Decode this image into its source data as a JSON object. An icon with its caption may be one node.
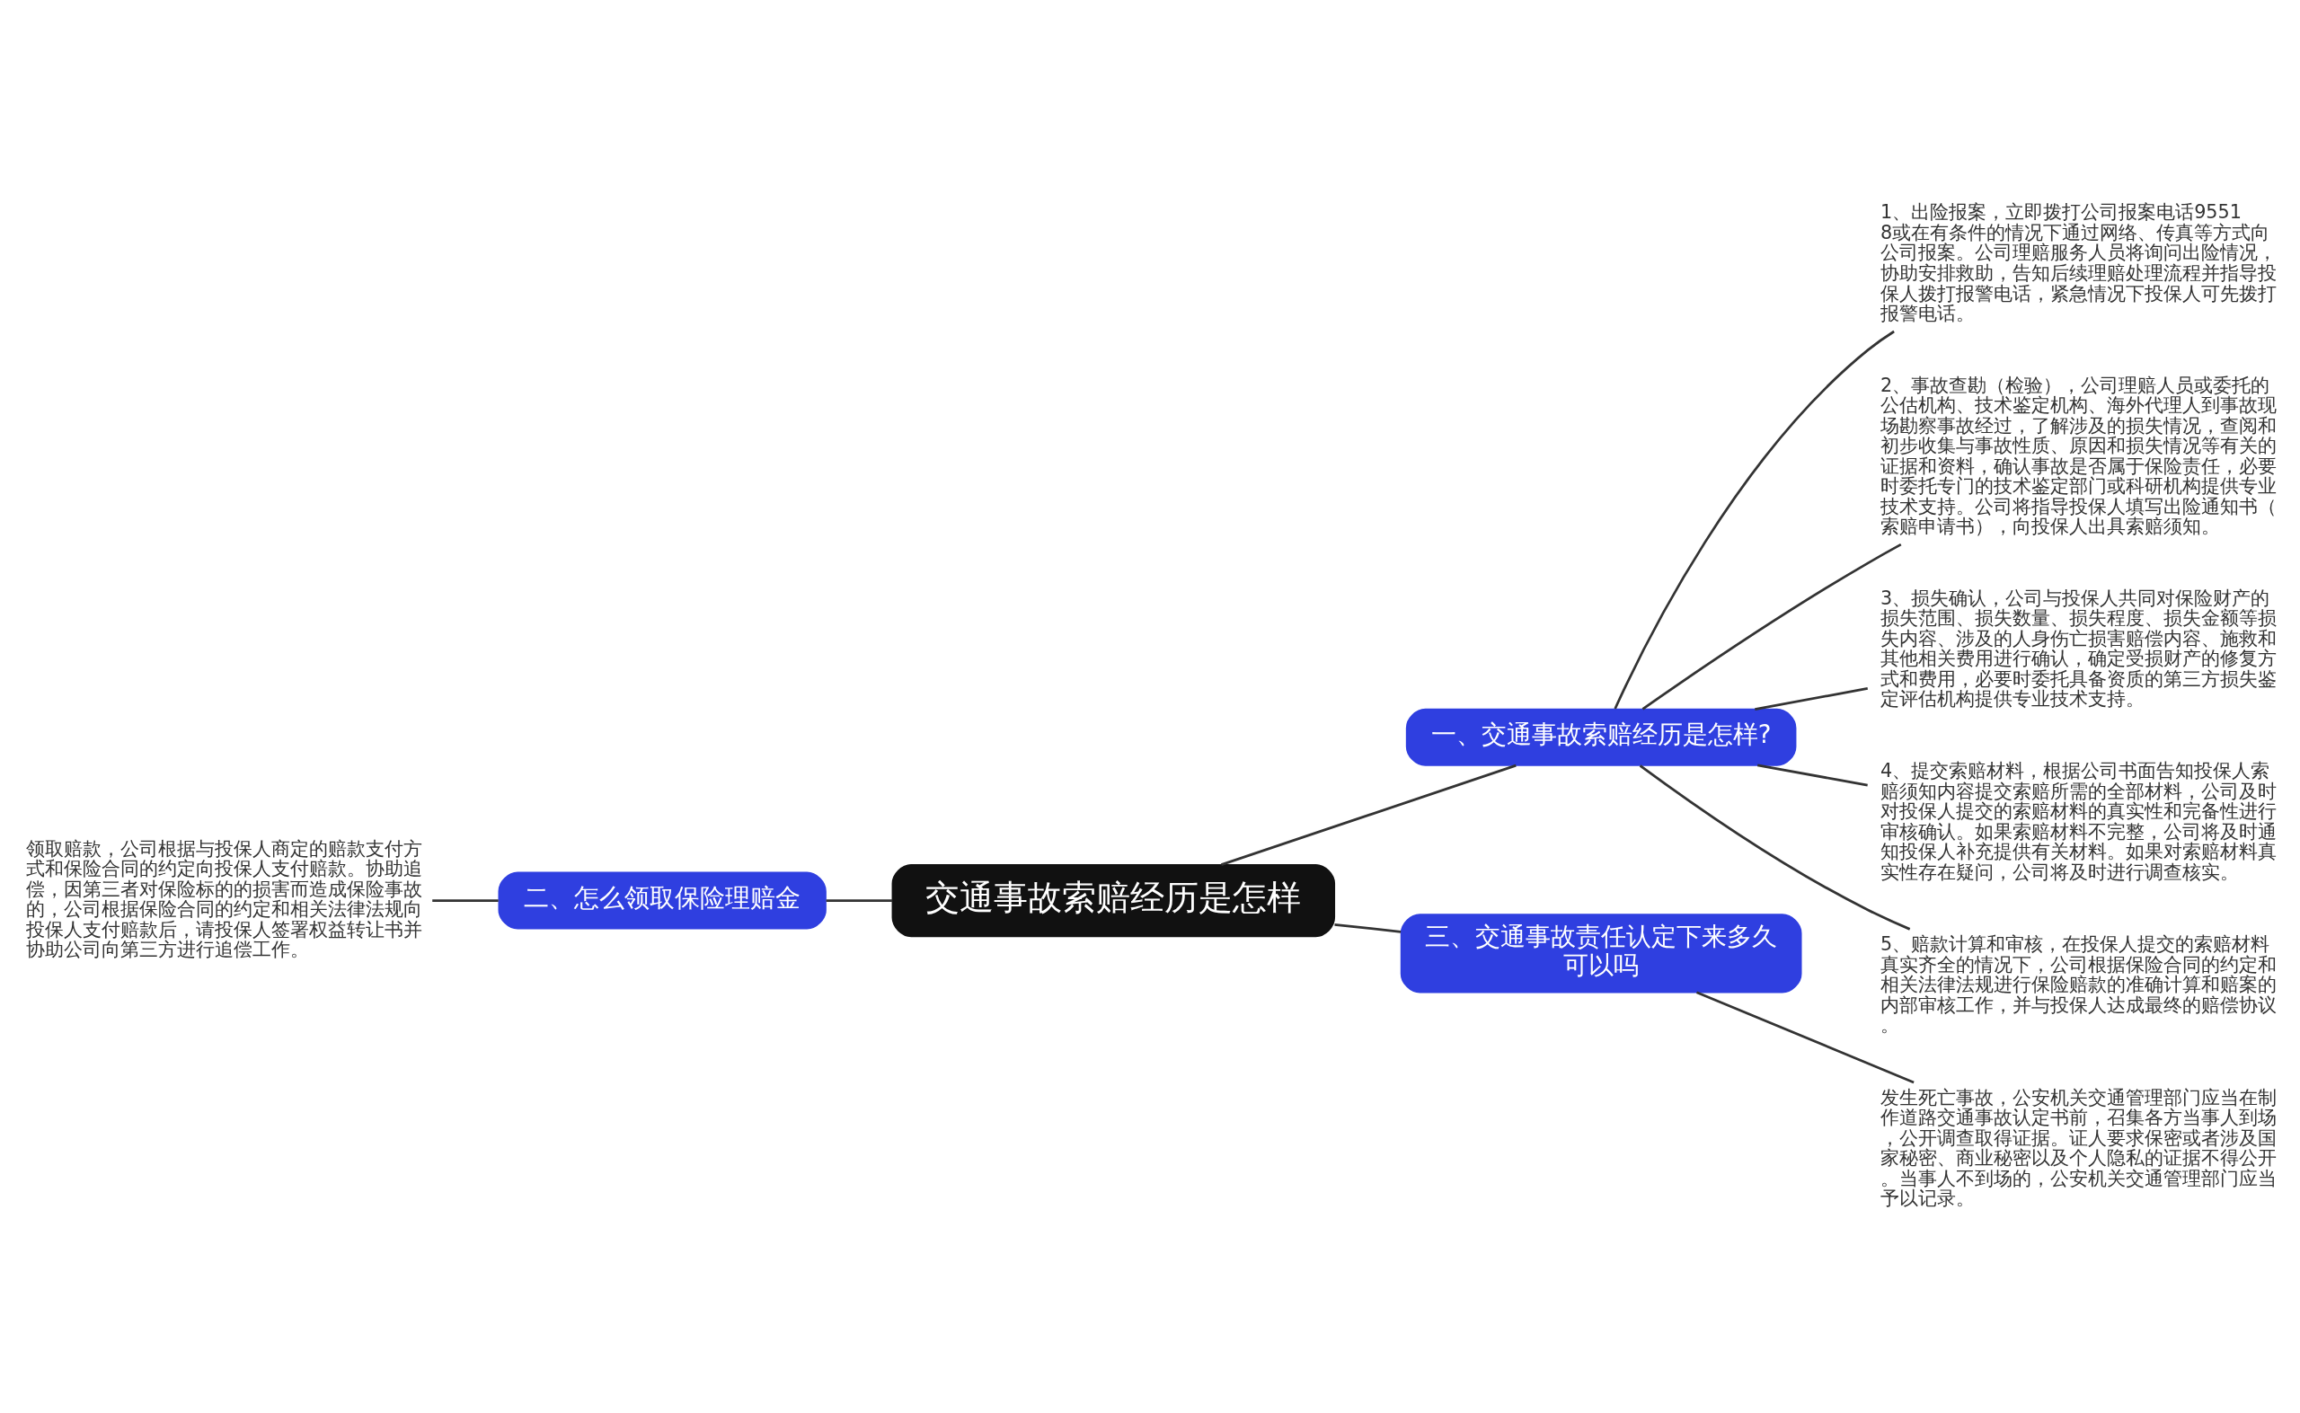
{
  "diagram": {
    "nodes": [
      {
        "text": [
          "交通事故索赔经历是怎样"
        ]
      },
      {
        "text": [
          "一、交通事故索赔经历是怎样?"
        ]
      },
      {
        "text": [
          "1、出险报案，立即拨打公司报案电话95518或在有条件的情况下通过网络、传真等方式向公司报案。公司理赔服务人员将询问出险情况，协助安排救助，告知后续理赔处理流程并指导投保人拨打报警电话，紧急情况下投保人可先拨打报警电话。"
        ]
      },
      {
        "text": [
          "2、事故查勘（检验），公司理赔人员或委托的公估机构、技术鉴定机构、海外代理人到事故现场勘察事故经过，了解涉及的损失情况，查阅和初步收集与事故性质、原因和损失情况等有关的证据和资料，确认事故是否属于保险责任，必要时委托专门的技术鉴定部门或科研机构提供专业技术支持。公司将指导投保人填写出险通知书（索赔申请书），向投保人出具索赔须知。"
        ]
      },
      {
        "text": [
          "3、损失确认，公司与投保人共同对保险财产的损失范围、损失数量、损失程度、损失金额等损失内容、涉及的人身伤亡损害赔偿内容、施救和其他相关费用进行确认，确定受损财产的修复方式和费用，必要时委托具备资质的第三方损失鉴定评估机构提供专业技术支持。"
        ]
      },
      {
        "text": [
          "4、提交索赔材料，根据公司书面告知投保人索赔须知内容提交索赔所需的全部材料，公司及时对投保人提交的索赔材料的真实性和完备性进行审核确认。如果索赔材料不完整，公司将及时通知投保人补充提供有关材料。如果对索赔材料真实性存在疑问，公司将及时进行调查核实。"
        ]
      },
      {
        "text": [
          "5、赔款计算和审核，在投保人提交的索赔材料真实齐全的情况下，公司根据保险合同的约定和相关法律法规进行保险赔款的准确计算和赔案的内部审核工作，并与投保人达成最终的赔偿协议。"
        ]
      },
      {
        "text": [
          "二、怎么领取保险理赔金"
        ]
      },
      {
        "text": [
          "领取赔款，公司根据与投保人商定的赔款支付方式和保险合同的约定向投保人支付赔款。协助追偿，因第三者对保险标的的损害而造成保险事故的，公司根据保险合同的约定和相关法律法规向投保人支付赔款后，请投保人签署权益转让书并协助公司向第三方进行追偿工作。"
        ]
      },
      {
        "text": [
          "三、交通事故责任认定下来多久可以吗"
        ]
      },
      {
        "text": [
          "发生死亡事故，公安机关交通管理部门应当在制作道路交通事故认定书前，召集各方当事人到场，公开调查取得证据。证人要求保密或者涉及国家秘密、商业秘密以及个人隐私的证据不得公开。当事人不到场的，公安机关交通管理部门应当予以记录。"
        ]
      }
    ],
    "edges": [
      {
        "from": 0,
        "to": 1,
        "arrow": "none"
      },
      {
        "from": 1,
        "to": 2,
        "arrow": "none"
      },
      {
        "from": 1,
        "to": 3,
        "arrow": "none"
      },
      {
        "from": 1,
        "to": 4,
        "arrow": "none"
      },
      {
        "from": 1,
        "to": 5,
        "arrow": "none"
      },
      {
        "from": 1,
        "to": 6,
        "arrow": "none"
      },
      {
        "from": 0,
        "to": 7,
        "arrow": "none"
      },
      {
        "from": 7,
        "to": 8,
        "arrow": "none"
      },
      {
        "from": 0,
        "to": 9,
        "arrow": "none"
      },
      {
        "from": 9,
        "to": 10,
        "arrow": "none"
      }
    ]
  }
}
